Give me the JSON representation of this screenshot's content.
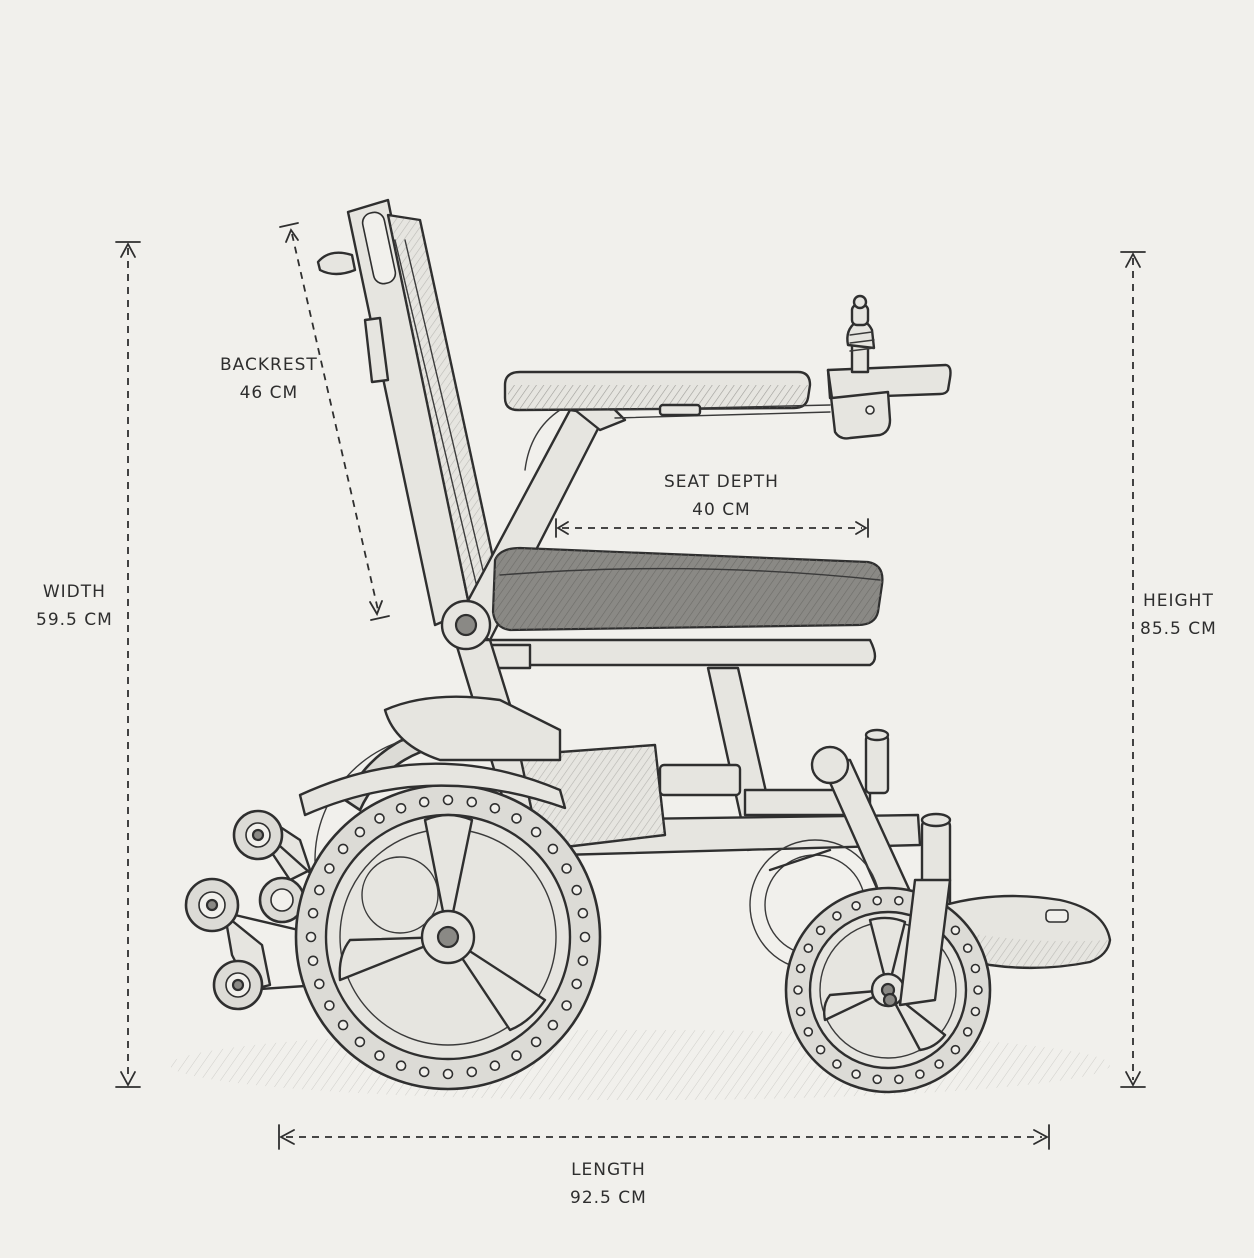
{
  "dimensions": {
    "backrest": {
      "label": "BACKREST",
      "value": "46 CM"
    },
    "seat_depth": {
      "label": "SEAT DEPTH",
      "value": "40 CM"
    },
    "width": {
      "label": "WIDTH",
      "value": "59.5 CM"
    },
    "height": {
      "label": "HEIGHT",
      "value": "85.5 CM"
    },
    "length": {
      "label": "LENGTH",
      "value": "92.5 CM"
    }
  },
  "colors": {
    "background": "#f1f0ec",
    "ink": "#2f2f2f",
    "seat_fill": "#8a8985"
  }
}
